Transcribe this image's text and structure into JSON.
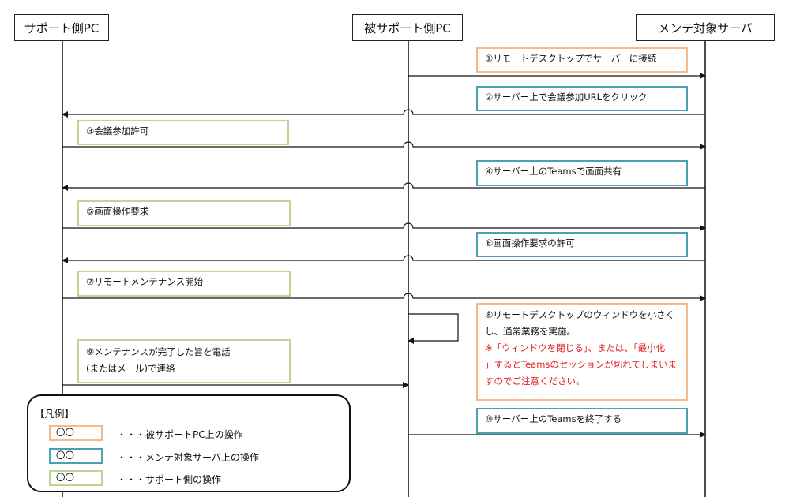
{
  "actors": {
    "support_pc": "サポート側PC",
    "supported_pc": "被サポート側PC",
    "server": "メンテ対象サーバ"
  },
  "steps": {
    "s1": "①リモートデスクトップでサーバーに接続",
    "s2": "②サーバー上で会議参加URLをクリック",
    "s3": "③会議参加許可",
    "s4": "④サーバー上のTeamsで画面共有",
    "s5": "⑤画面操作要求",
    "s6": "⑥画面操作要求の許可",
    "s7": "⑦リモートメンテナンス開始",
    "s8_line1": "⑧リモートデスクトップのウィンドウを小さく",
    "s8_line2": "し、通常業務を実施。",
    "s8_warn1": "※「ウィンドウを閉じる」、または、「最小化",
    "s8_warn2": "」するとTeamsのセッションが切れてしまいま",
    "s8_warn3": "すのでご注意ください。",
    "s9_line1": "⑨メンテナンスが完了した旨を電話",
    "s9_line2": "(またはメール)で連絡",
    "s10": "⑩サーバー上のTeamsを終了する"
  },
  "legend": {
    "title": "【凡例】",
    "items": [
      {
        "sample": "〇〇",
        "desc": "・・・被サポートPC上の操作",
        "color": "#f5b98a"
      },
      {
        "sample": "〇〇",
        "desc": "・・・メンテ対象サーバ上の操作",
        "color": "#4aa1b5"
      },
      {
        "sample": "〇〇",
        "desc": "・・・サポート側の操作",
        "color": "#bcd695"
      }
    ]
  },
  "colors": {
    "supported_pc_op": "#f5b98a",
    "server_op": "#4aa1b5",
    "support_op": "#bcd695",
    "warning_text": "#e02020"
  }
}
